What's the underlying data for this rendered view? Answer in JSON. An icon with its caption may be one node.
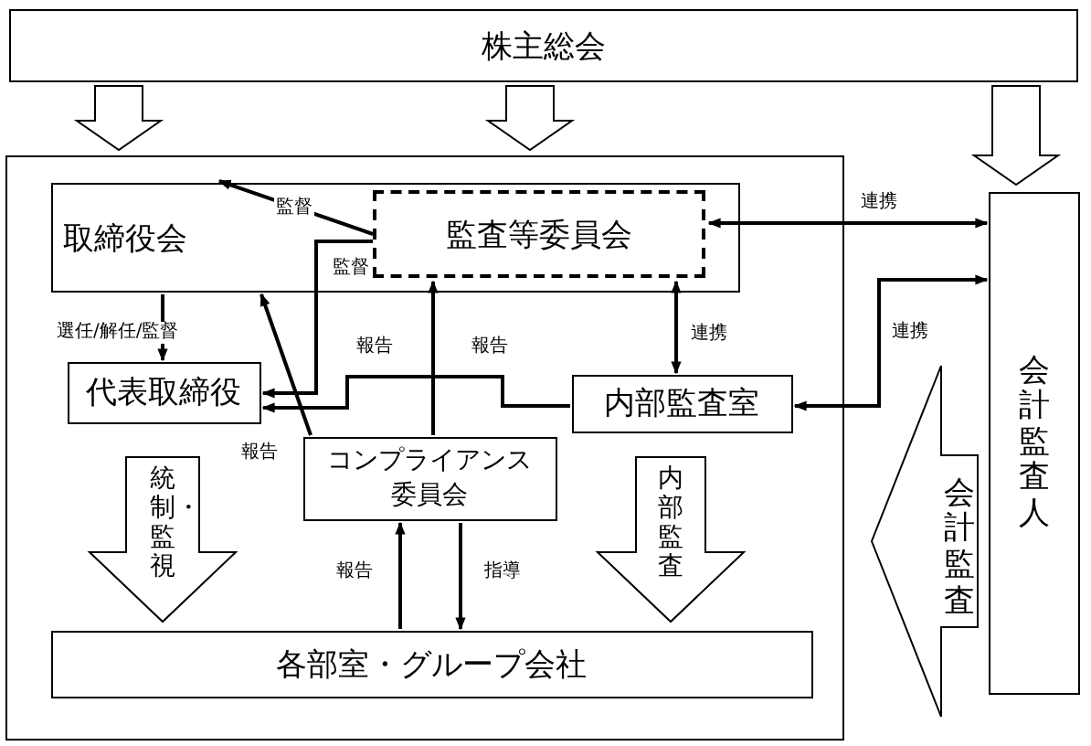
{
  "diagram": {
    "nodes": [
      {
        "text": [
          "株主総会"
        ]
      },
      {
        "text": [],
        "shape": "box"
      },
      {
        "text": [
          "取締役会"
        ],
        "in": 1
      },
      {
        "text": [
          "監査等委員会"
        ],
        "in": 2
      },
      {
        "text": [
          "代表取締役"
        ],
        "in": 1
      },
      {
        "text": [
          "内部監査室"
        ],
        "in": 1
      },
      {
        "text": [
          "コンプライアンス委員会"
        ],
        "in": 1
      },
      {
        "text": [
          "各部室・グループ会社"
        ],
        "in": 1
      },
      {
        "text": [
          "会計監査人"
        ]
      }
    ],
    "edges": [
      {
        "from": 0,
        "to": 1,
        "arrow": "to"
      },
      {
        "from": 0,
        "to": 1,
        "arrow": "to"
      },
      {
        "from": 0,
        "to": 8,
        "arrow": "to"
      },
      {
        "from": 3,
        "to": 2,
        "arrow": "to",
        "label": "監督"
      },
      {
        "from": 3,
        "to": 4,
        "arrow": "to",
        "label": "監督"
      },
      {
        "from": 2,
        "to": 4,
        "arrow": "to",
        "label": "選任/解任/監督"
      },
      {
        "from": 6,
        "to": 2,
        "arrow": "to",
        "label": "報告"
      },
      {
        "from": 6,
        "to": 3,
        "arrow": "to",
        "label": "報告"
      },
      {
        "from": 5,
        "to": 4,
        "arrow": "to",
        "label": "報告"
      },
      {
        "from": 3,
        "to": 5,
        "arrow": "both",
        "label": "連携"
      },
      {
        "from": 3,
        "to": 8,
        "arrow": "both",
        "label": "連携"
      },
      {
        "from": 5,
        "to": 8,
        "arrow": "both",
        "label": "連携"
      },
      {
        "from": 7,
        "to": 6,
        "arrow": "to",
        "label": "報告"
      },
      {
        "from": 6,
        "to": 7,
        "arrow": "to",
        "label": "指導"
      },
      {
        "from": 4,
        "to": 7,
        "arrow": "to",
        "label": "統制・監視"
      },
      {
        "from": 5,
        "to": 7,
        "arrow": "to",
        "label": "内部監査"
      },
      {
        "from": 8,
        "to": 1,
        "arrow": "to",
        "label": "会計監査"
      }
    ]
  }
}
